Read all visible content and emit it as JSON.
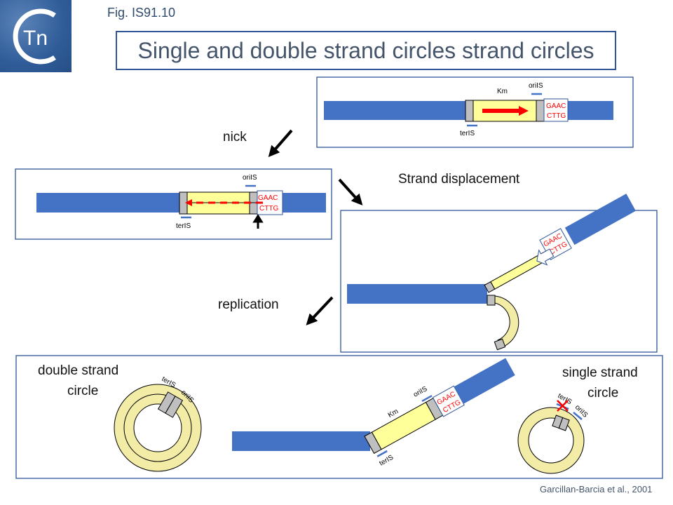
{
  "header": {
    "logo_text": "Tn",
    "figure_label": "Fig. IS91.10",
    "title": "Single and double strand circles strand circles"
  },
  "steps": {
    "nick": "nick",
    "strand_displacement": "Strand displacement",
    "replication": "replication"
  },
  "panels": {
    "initial": {
      "km": "Km",
      "oriIS": "oriIS",
      "terIS": "terIS",
      "seq_top": "GAAC",
      "seq_bottom": "CTTG"
    },
    "nicked": {
      "oriIS": "oriIS",
      "terIS": "terIS",
      "seq_top": "GAAC",
      "seq_bottom": "CTTG"
    },
    "displacement": {
      "seq_top": "GAAC",
      "seq_bottom": "CTTG"
    },
    "products": {
      "double_label_1": "double strand",
      "double_label_2": "circle",
      "double_terIS": "terIS",
      "double_oriIS": "oriIS",
      "middle_km": "Km",
      "middle_oriIS": "oriIS",
      "middle_terIS": "terIS",
      "middle_seq_top": "GAAC",
      "middle_seq_bottom": "CTTG",
      "single_label_1": "single strand",
      "single_label_2": "circle",
      "single_terIS": "terIS",
      "single_oriIS": "oriIS"
    }
  },
  "credit": "Garcillan-Barcia et al., 2001",
  "colors": {
    "dna_blue": "#4472c4",
    "insert_yellow": "#ffff99",
    "circle_yellow": "#f2eca6",
    "end_gray": "#bfbfbf",
    "seq_red": "#ff0000",
    "frame_blue": "#2f5597"
  }
}
